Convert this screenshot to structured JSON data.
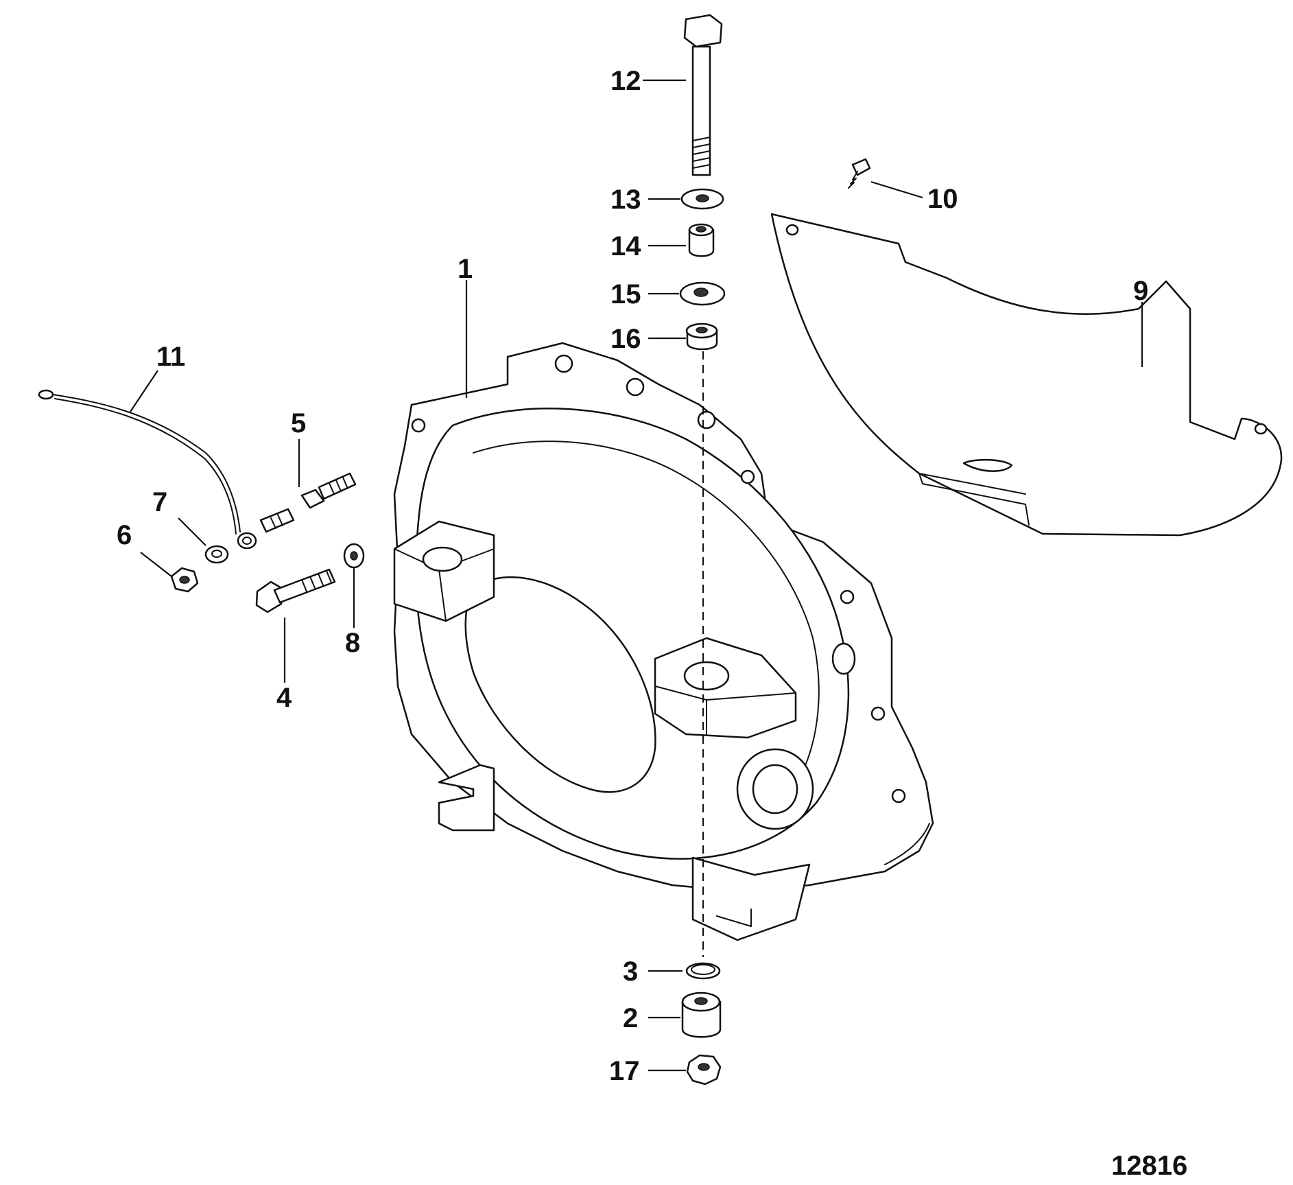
{
  "figure_number": "12816",
  "callouts": {
    "p1": "1",
    "p2": "2",
    "p3": "3",
    "p4": "4",
    "p5": "5",
    "p6": "6",
    "p7": "7",
    "p8": "8",
    "p9": "9",
    "p10": "10",
    "p11": "11",
    "p12": "12",
    "p13": "13",
    "p14": "14",
    "p15": "15",
    "p16": "16",
    "p17": "17"
  },
  "colors": {
    "line": "#111111",
    "background": "#ffffff"
  }
}
